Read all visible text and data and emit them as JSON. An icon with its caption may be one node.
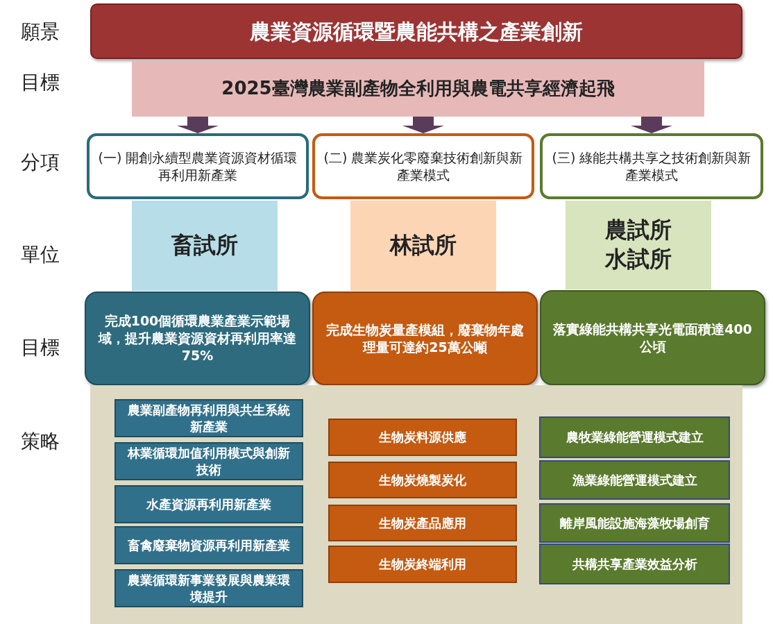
{
  "diagram": {
    "nodes": [
      {
        "text": [
          "農業資源循環暨農能共構之產業創新"
        ]
      },
      {
        "text": [
          "2025臺灣農業副產物全利用與農電共享經濟起飛"
        ]
      },
      {
        "text": [
          "(一) 開創永續型農業資源資材循環再利用新產業"
        ]
      },
      {
        "text": [
          "(二) 農業炭化零廢棄技術創新與新產業模式"
        ]
      },
      {
        "text": [
          "(三) 綠能共構共享之技術創新與新產業模式"
        ]
      },
      {
        "text": [
          "畜試所"
        ]
      },
      {
        "text": [
          "林試所"
        ]
      },
      {
        "text": [
          "農試所",
          "水試所"
        ]
      },
      {
        "text": [
          "完成100個循環農業產業示範場域，提升農業資源資材再利用率達75%"
        ]
      },
      {
        "text": [
          "完成生物炭量產模組，廢棄物年處理量可達約25萬公噸"
        ]
      },
      {
        "text": [
          "落實綠能共構共享光電面積達400公頃"
        ]
      },
      {
        "text": [],
        "shape": "box"
      },
      {
        "text": [
          "農業副產物再利用與共生系統新產業"
        ],
        "in": 11
      },
      {
        "text": [
          "林業循環加值利用模式與創新技術"
        ],
        "in": 11
      },
      {
        "text": [
          "水產資源再利用新產業"
        ],
        "in": 11
      },
      {
        "text": [
          "畜禽廢棄物資源再利用新產業"
        ],
        "in": 11
      },
      {
        "text": [
          "農業循環新事業發展與農業環境提升"
        ],
        "in": 11
      },
      {
        "text": [
          "生物炭料源供應"
        ],
        "in": 11
      },
      {
        "text": [
          "生物炭燒製炭化"
        ],
        "in": 11
      },
      {
        "text": [
          "生物炭產品應用"
        ],
        "in": 11
      },
      {
        "text": [
          "生物炭終端利用"
        ],
        "in": 11
      },
      {
        "text": [
          "農牧業綠能營運模式建立"
        ],
        "in": 11
      },
      {
        "text": [
          "漁業綠能營運模式建立"
        ],
        "in": 11
      },
      {
        "text": [
          "離岸風能設施海藻牧場創育"
        ],
        "in": 11
      },
      {
        "text": [
          "共構共享產業效益分析"
        ],
        "in": 11
      }
    ],
    "edges": [
      {
        "from": 1,
        "to": 2,
        "arrow": "to"
      },
      {
        "from": 1,
        "to": 3,
        "arrow": "to"
      },
      {
        "from": 1,
        "to": 4,
        "arrow": "to"
      }
    ],
    "labels": [
      "願景",
      "目標",
      "分項",
      "單位",
      "目標",
      "策略"
    ]
  }
}
